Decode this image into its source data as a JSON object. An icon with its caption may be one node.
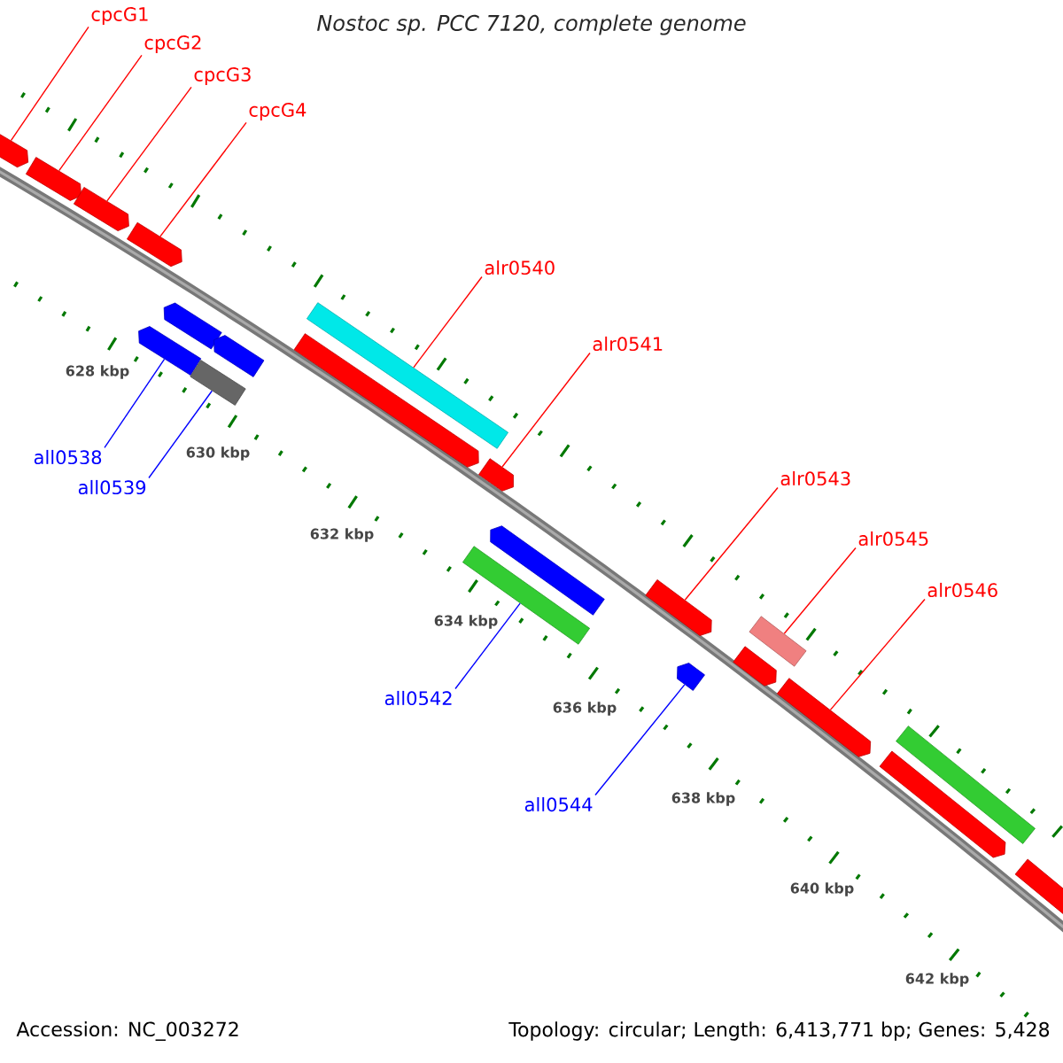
{
  "diagram": {
    "title": "Nostoc sp. PCC 7120, complete genome",
    "nodes": [
      {
        "text": [
          "cpcG1"
        ]
      },
      {
        "text": [
          "cpcG2"
        ]
      },
      {
        "text": [
          "cpcG3"
        ]
      },
      {
        "text": [
          "cpcG4"
        ]
      },
      {
        "text": [
          "alr0540"
        ]
      },
      {
        "text": [
          "alr0541"
        ]
      },
      {
        "text": [
          "all0538"
        ]
      },
      {
        "text": [
          "all0539"
        ]
      },
      {
        "text": [
          "alr0543"
        ]
      },
      {
        "text": [
          "alr0545"
        ]
      },
      {
        "text": [
          "alr0546"
        ]
      },
      {
        "text": [
          "all0542"
        ]
      },
      {
        "text": [
          "all0544"
        ]
      },
      {
        "text": [],
        "shape": "arrow"
      },
      {
        "text": [],
        "shape": "arrow"
      },
      {
        "text": [],
        "shape": "arrow"
      },
      {
        "text": [],
        "shape": "arrow"
      },
      {
        "text": [],
        "shape": "arrow"
      },
      {
        "text": [],
        "shape": "arrow"
      },
      {
        "text": [],
        "shape": "bar"
      },
      {
        "text": [],
        "shape": "arrow"
      },
      {
        "text": [],
        "shape": "arrow"
      },
      {
        "text": [],
        "shape": "bar"
      },
      {
        "text": [],
        "shape": "arrow"
      },
      {
        "text": [],
        "shape": "bar"
      },
      {
        "text": [],
        "shape": "arrow"
      },
      {
        "text": [],
        "shape": "arrow"
      },
      {
        "text": [],
        "shape": "arrow"
      },
      {
        "text": [],
        "shape": "arrow"
      },
      {
        "text": [],
        "shape": "bar"
      },
      {
        "text": [],
        "shape": "arrow"
      },
      {
        "text": [],
        "shape": "arrow"
      },
      {
        "text": [],
        "shape": "bar"
      },
      {
        "text": [],
        "shape": "arrow"
      }
    ],
    "edges": [
      {
        "from": 0,
        "to": 13,
        "arrow": "none"
      },
      {
        "from": 1,
        "to": 14,
        "arrow": "none"
      },
      {
        "from": 2,
        "to": 15,
        "arrow": "none"
      },
      {
        "from": 3,
        "to": 16,
        "arrow": "none"
      },
      {
        "from": 4,
        "to": 22,
        "arrow": "none"
      },
      {
        "from": 5,
        "to": 23,
        "arrow": "none"
      },
      {
        "from": 6,
        "to": 17,
        "arrow": "none",
        "color": "#0000ff"
      },
      {
        "from": 7,
        "to": 19,
        "arrow": "none",
        "color": "#0000ff"
      },
      {
        "from": 8,
        "to": 26,
        "arrow": "none"
      },
      {
        "from": 9,
        "to": 29,
        "arrow": "none"
      },
      {
        "from": 10,
        "to": 30,
        "arrow": "none"
      },
      {
        "from": 11,
        "to": 24,
        "arrow": "none",
        "color": "#0000ff"
      },
      {
        "from": 12,
        "to": 27,
        "arrow": "none",
        "color": "#0000ff"
      }
    ],
    "labels": [
      "628 kbp",
      "630 kbp",
      "632 kbp",
      "634 kbp",
      "636 kbp",
      "638 kbp",
      "640 kbp",
      "642 kbp",
      "Accession: NC_003272",
      "Topology: circular; Length: 6,413,771 bp; Genes: 5,428"
    ]
  }
}
